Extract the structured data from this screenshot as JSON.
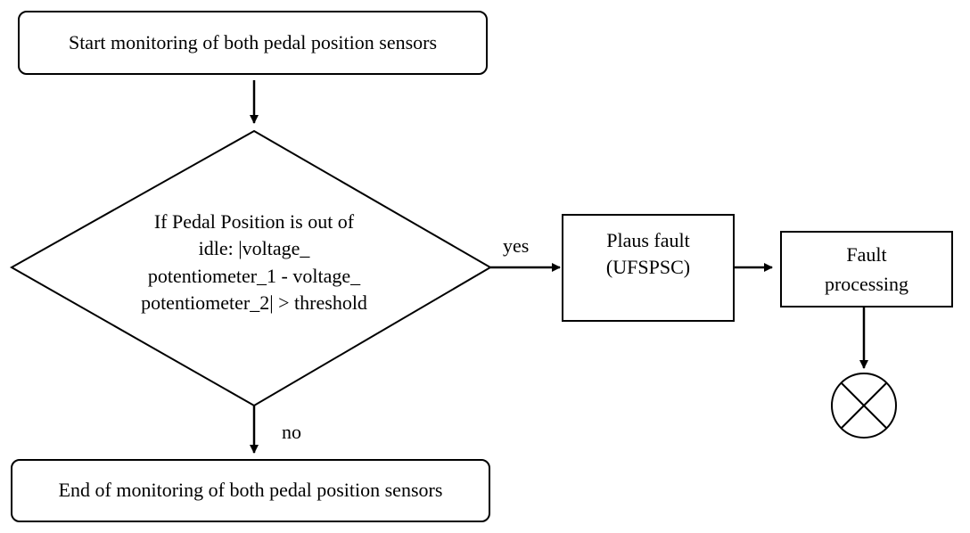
{
  "flowchart": {
    "start": {
      "text": "Start monitoring of both pedal position sensors"
    },
    "decision": {
      "lines": [
        "If Pedal Position is out of",
        "idle: |voltage_",
        "potentiometer_1 - voltage_",
        "potentiometer_2| > threshold"
      ]
    },
    "plaus_fault": {
      "lines": [
        "Plaus fault",
        "(UFSPSC)"
      ]
    },
    "fault_processing": {
      "lines": [
        "Fault",
        "processing"
      ]
    },
    "end": {
      "text": "End of monitoring of both pedal position sensors"
    },
    "edge_labels": {
      "yes": "yes",
      "no": "no"
    },
    "terminator": {
      "icon": "circle-cross-icon"
    }
  },
  "colors": {
    "stroke": "#000000",
    "background": "#ffffff",
    "text": "#000000"
  }
}
